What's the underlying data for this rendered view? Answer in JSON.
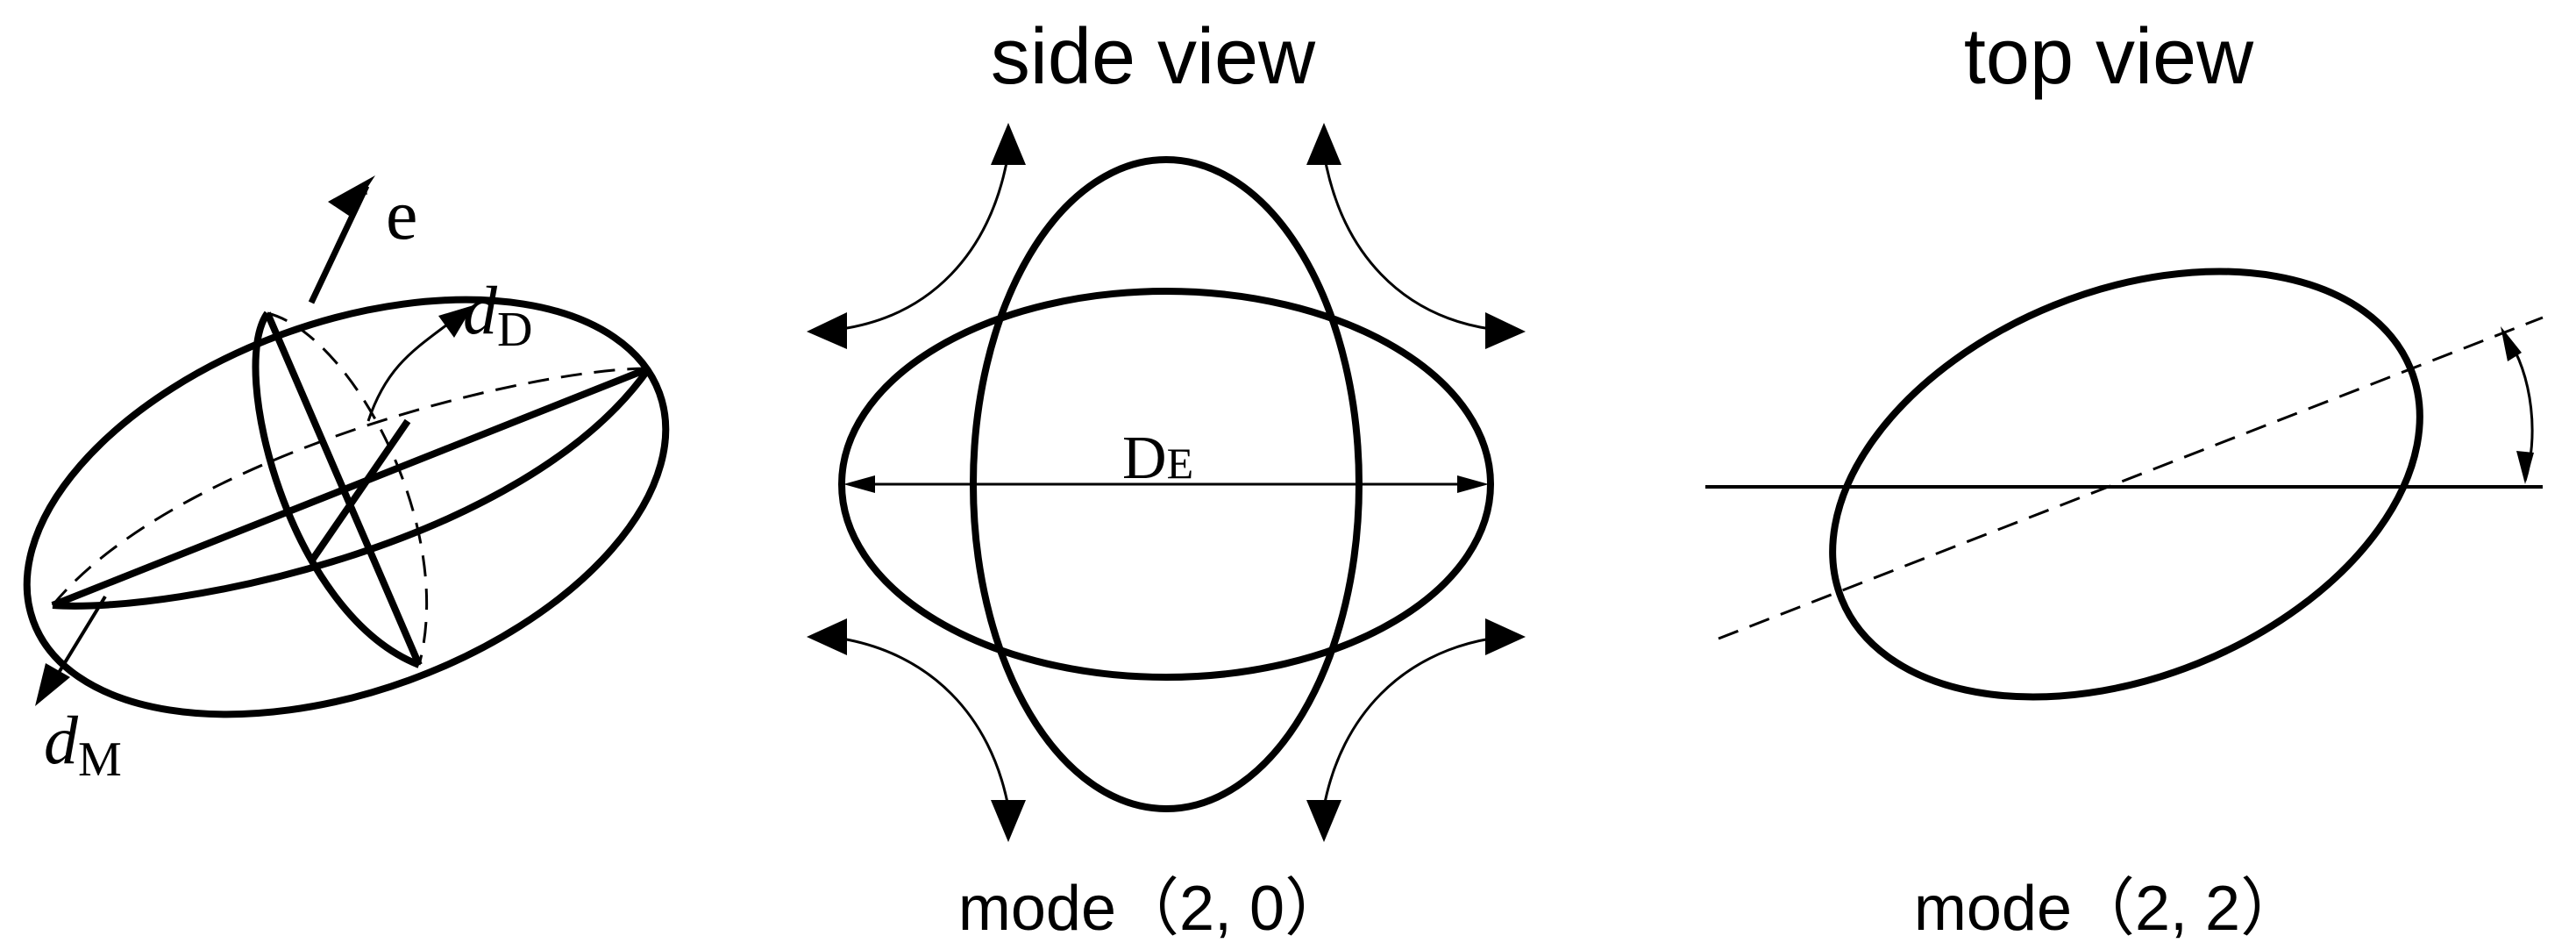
{
  "left_panel": {
    "axis_e_label": "e",
    "axis_dD_main": "d",
    "axis_dD_sub": "D",
    "axis_dM_main": "d",
    "axis_dM_sub": "M"
  },
  "side_view": {
    "title": "side view",
    "diameter_main": "D",
    "diameter_sub": "E",
    "mode_label": "mode（2, 0）"
  },
  "top_view": {
    "title": "top view",
    "mode_label": "mode（2, 2）"
  }
}
